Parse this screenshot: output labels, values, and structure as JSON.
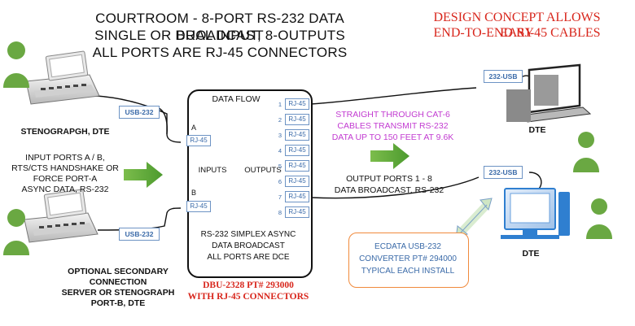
{
  "title": {
    "line1": "COURTROOM - 8-PORT RS-232 DATA BROADCAST",
    "line2": "SINGLE OR DUAL INPUT, 8-OUTPUTS",
    "line3": "ALL PORTS ARE RJ-45 CONNECTORS"
  },
  "concept": {
    "line1": "DESIGN CONCEPT ALLOWS EASY",
    "line2": "END-TO-END RJ-45 CABLES"
  },
  "left": {
    "usb_top": "USB-232",
    "steno_label": "STENOGRAPGH, DTE",
    "input_desc": [
      "INPUT PORTS  A / B,",
      "RTS/CTS HANDSHAKE OR",
      "FORCE PORT-A",
      "ASYNC DATA, RS-232"
    ],
    "usb_bottom": "USB-232",
    "secondary": [
      "OPTIONAL SECONDARY",
      "CONNECTION",
      "SERVER OR STENOGRAPH",
      "PORT-B, DTE"
    ]
  },
  "device": {
    "data_flow": "DATA FLOW",
    "inputs": "INPUTS",
    "outputs": "OUTPUTS",
    "port_a_letter": "A",
    "port_b_letter": "B",
    "port_label": "RJ-45",
    "output_numbers": [
      "1",
      "2",
      "3",
      "4",
      "5",
      "6",
      "7",
      "8"
    ],
    "desc": [
      "RS-232 SIMPLEX ASYNC",
      "DATA BROADCAST",
      "ALL PORTS ARE DCE"
    ],
    "part": [
      "DBU-2328 PT# 293000",
      "WITH RJ-45 CONNECTORS"
    ]
  },
  "right": {
    "cable_desc": [
      "STRAIGHT THROUGH CAT-6",
      "CABLES TRANSMIT RS-232",
      "DATA UP TO 150 FEET AT 9.6K"
    ],
    "output_desc": [
      "OUTPUT PORTS 1 - 8",
      "DATA BROADCAST, RS-232"
    ],
    "usb_laptop": "232-USB",
    "usb_desktop": "232-USB",
    "dte_laptop": "DTE",
    "dte_desktop": "DTE",
    "converter": [
      "ECDATA USB-232",
      "CONVERTER PT# 294000",
      "TYPICAL EACH INSTALL"
    ]
  },
  "colors": {
    "arrow_green": "#5aa43a",
    "person_green": "#6aa842",
    "title_red": "#d8261c",
    "pink": "#c23bd1",
    "port_blue": "#3a6aa8",
    "converter_border": "#f08a3c",
    "monitor_blue": "#2f7fd0"
  }
}
